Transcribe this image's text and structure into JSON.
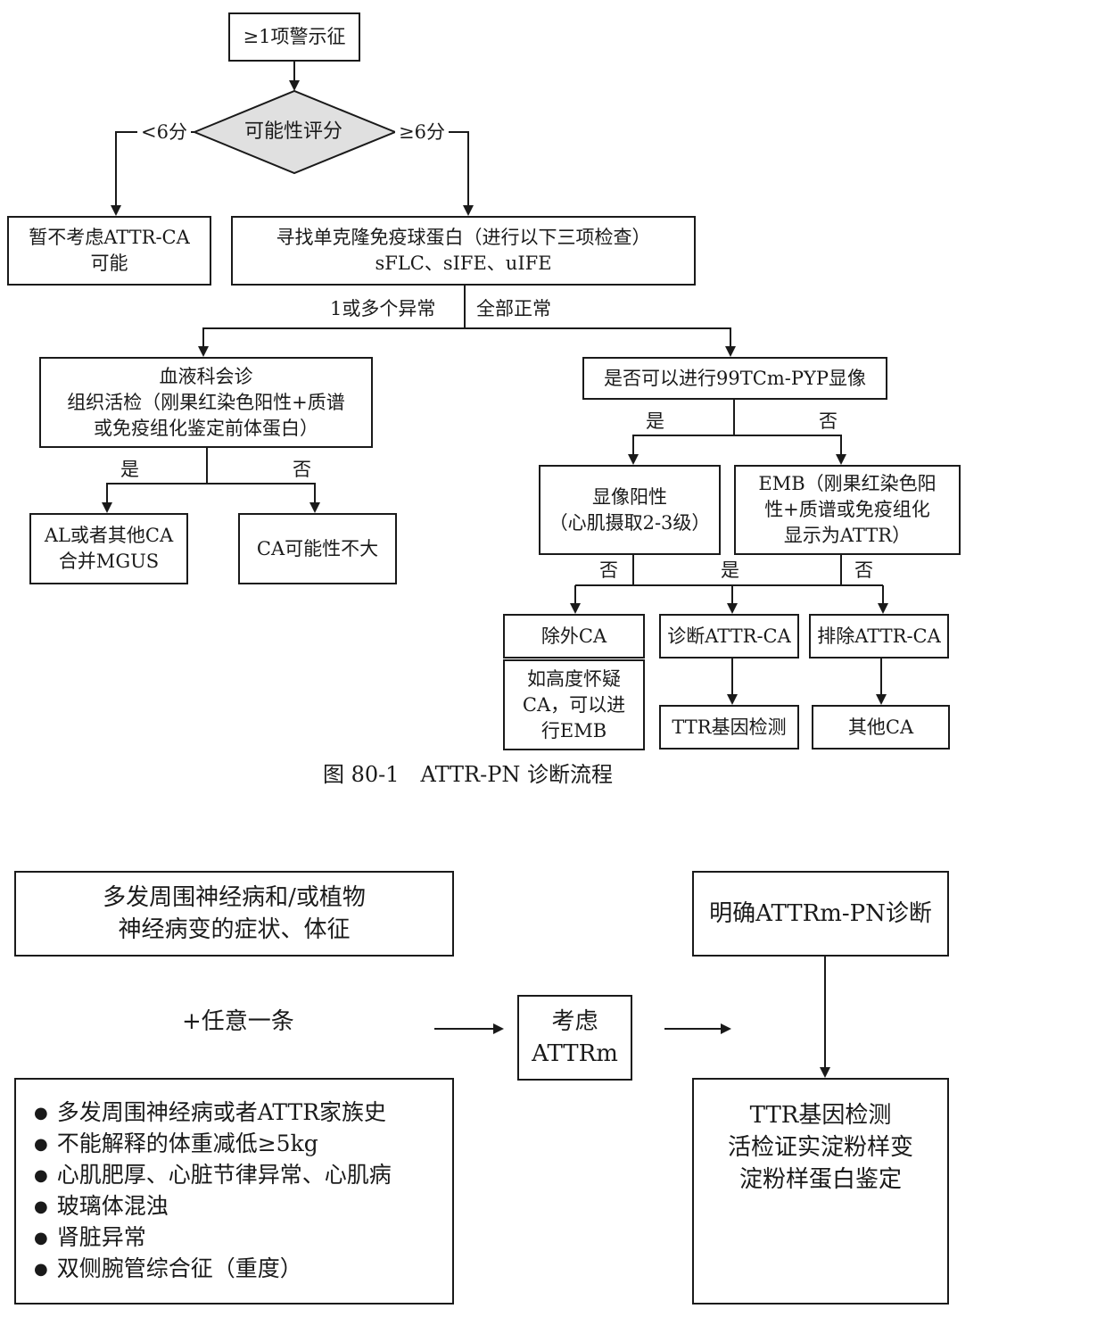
{
  "figure1": {
    "start": "≥1项警示征",
    "decision": "可能性评分",
    "branch_low": "<6分",
    "branch_high": "≥6分",
    "not_consider": [
      "暂不考虑ATTR-CA",
      "可能"
    ],
    "search_mono": [
      "寻找单克隆免疫球蛋白（进行以下三项检查）",
      "sFLC、sIFE、uIFE"
    ],
    "label_abnormal": "1或多个异常",
    "label_normal": "全部正常",
    "hematology": [
      "血液科会诊",
      "组织活检（刚果红染色阳性+质谱",
      "或免疫组化鉴定前体蛋白）"
    ],
    "pyp_question": "是否可以进行99TCm-PYP显像",
    "yes": "是",
    "no": "否",
    "al_box": [
      "AL或者其他CA",
      "合并MGUS"
    ],
    "ca_unlikely": "CA可能性不大",
    "imaging_positive": [
      "显像阳性",
      "（心肌摄取2-3级）"
    ],
    "emb_box": [
      "EMB（刚果红染色阳",
      "性+质谱或免疫组化",
      "显示为ATTR）"
    ],
    "exclude_ca": "除外CA",
    "suspect_box": [
      "如高度怀疑",
      "CA，可以进",
      "行EMB"
    ],
    "diagnose_attr": "诊断ATTR-CA",
    "exclude_attr": "排除ATTR-CA",
    "ttr_test": "TTR基因检测",
    "other_ca": "其他CA",
    "caption": "图 80-1　ATTR-PN 诊断流程"
  },
  "figure2": {
    "symptoms": [
      "多发周围神经病和/或植物",
      "神经病变的症状、体征"
    ],
    "plus_any": "+任意一条",
    "criteria": [
      "多发周围神经病或者ATTR家族史",
      "不能解释的体重减低≥5kg",
      "心肌肥厚、心脏节律异常、心肌病",
      "玻璃体混浊",
      "肾脏异常",
      "双侧腕管综合征（重度）"
    ],
    "consider": [
      "考虑",
      "ATTRm"
    ],
    "confirm": "明确ATTRm-PN诊断",
    "tests": [
      "TTR基因检测",
      "活检证实淀粉样变",
      "淀粉样蛋白鉴定"
    ]
  }
}
